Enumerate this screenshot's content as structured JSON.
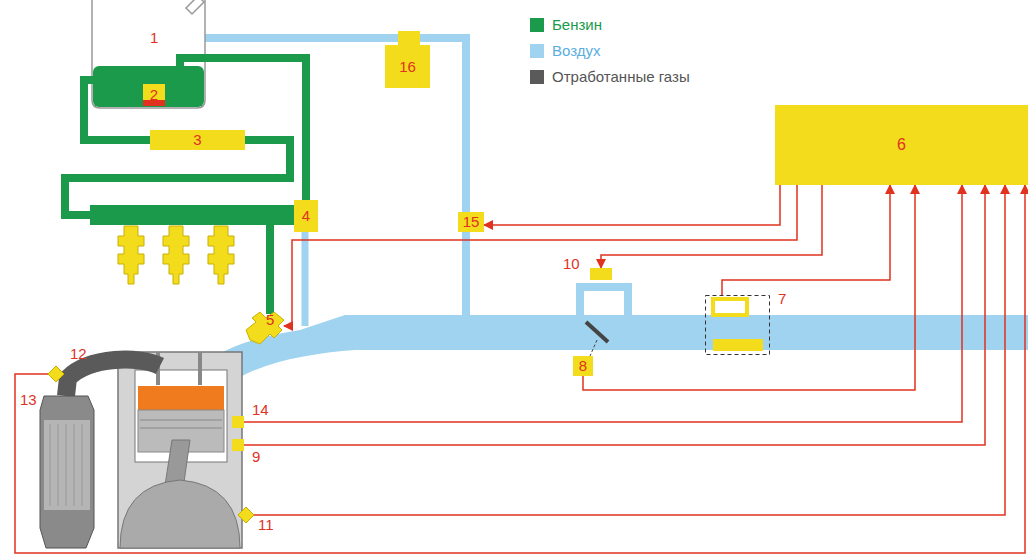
{
  "diagram": {
    "nodes": [
      {
        "text": [
          "16"
        ]
      },
      {
        "text": [
          "2"
        ]
      },
      {
        "text": [
          "3"
        ]
      },
      {
        "text": [
          "6"
        ]
      },
      {
        "text": [
          "4"
        ]
      },
      {
        "text": [
          "15"
        ]
      },
      {
        "text": [
          "10"
        ]
      },
      {
        "text": [
          "5"
        ]
      },
      {
        "text": [
          "7"
        ]
      },
      {
        "text": [
          "8"
        ]
      },
      {
        "text": [
          "12"
        ]
      },
      {
        "text": [
          "14"
        ]
      },
      {
        "text": [
          "9"
        ]
      },
      {
        "text": [
          "11"
        ]
      }
    ],
    "edges": [
      {
        "from": 3,
        "to": 5,
        "arrow": "to"
      },
      {
        "from": 3,
        "to": 7,
        "arrow": "to"
      },
      {
        "from": 3,
        "to": 6,
        "arrow": "to"
      },
      {
        "from": 8,
        "to": 3,
        "arrow": "to"
      },
      {
        "from": 9,
        "to": 3,
        "arrow": "to"
      },
      {
        "from": 11,
        "to": 3,
        "arrow": "to"
      },
      {
        "from": 12,
        "to": 3,
        "arrow": "to"
      },
      {
        "from": 13,
        "to": 3,
        "arrow": "to"
      },
      {
        "from": 10,
        "to": 3,
        "arrow": "to"
      }
    ],
    "labels": [
      "1",
      "13"
    ],
    "legend": [
      {
        "text": "Бензин",
        "color": "#1a9a4a"
      },
      {
        "text": "Воздух",
        "color": "#9fd3ef"
      },
      {
        "text": "Отработанные газы",
        "color": "#5a5a5a"
      }
    ]
  }
}
